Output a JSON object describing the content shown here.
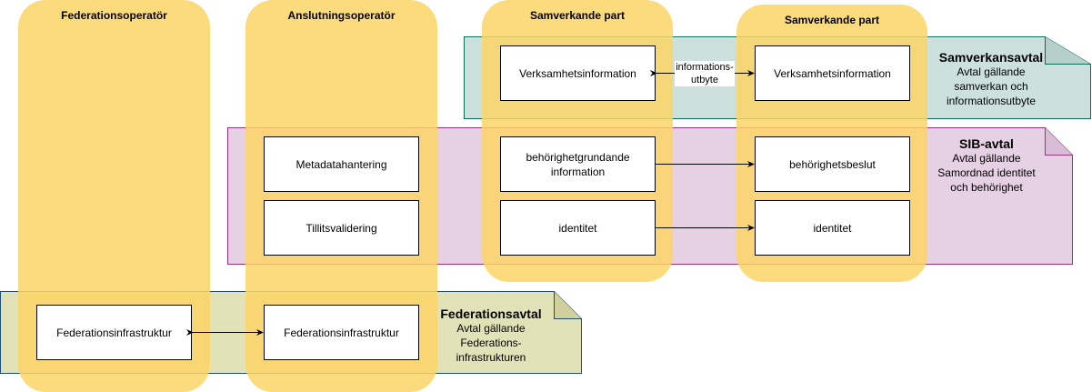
{
  "lanes": [
    {
      "title": "Federationsoperatör"
    },
    {
      "title": "Anslutningsoperatör"
    },
    {
      "title": "Samverkande part"
    },
    {
      "title": "Samverkande part"
    }
  ],
  "notes": {
    "samverkan": {
      "title": "Samverkansavtal",
      "lines": [
        "Avtal gällande",
        "samverkan och",
        "informationsutbyte"
      ],
      "fill": "#cce0dd",
      "stroke": "#0b6e5a"
    },
    "sib": {
      "title": "SIB-avtal",
      "lines": [
        "Avtal gällande",
        "Samordnad identitet",
        "och behörighet"
      ],
      "fill": "#e6d0e3",
      "stroke": "#993380"
    },
    "federation": {
      "title": "Federationsavtal",
      "lines": [
        "Avtal gällande",
        "Federations-",
        "infrastrukturen"
      ],
      "fill": "#e2e2b8",
      "stroke": "#1f4e79"
    }
  },
  "boxes": {
    "verksamhet_a": "Verksamhetsinformation",
    "verksamhet_b": "Verksamhetsinformation",
    "metadata": "Metadatahantering",
    "tillit": "Tillitsvalidering",
    "behorighet_grund": "behörighetgrundande information",
    "behorighet_beslut": "behörighetsbeslut",
    "identitet_a": "identitet",
    "identitet_b": "identitet",
    "fedinfra_a": "Federationsinfrastruktur",
    "fedinfra_b": "Federationsinfrastruktur"
  },
  "edge_labels": {
    "informationsutbyte_1": "informations-",
    "informationsutbyte_2": "utbyte"
  },
  "colors": {
    "lane": "#fcd566"
  }
}
